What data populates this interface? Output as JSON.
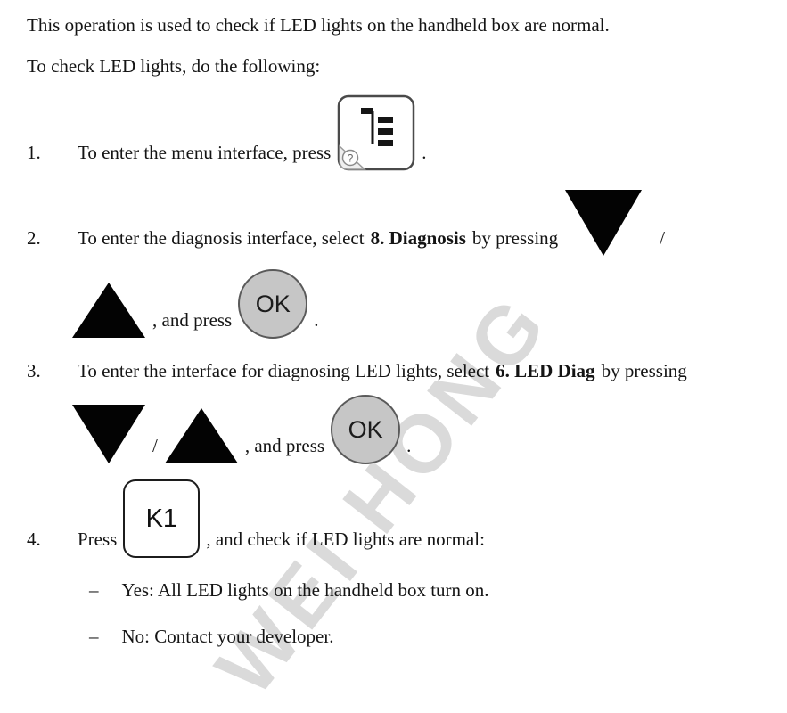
{
  "watermark": {
    "text": "WEI HONG"
  },
  "intro": {
    "line1": "This operation is used to check if LED lights on the handheld box are normal.",
    "line2": "To check LED lights, do the following:"
  },
  "icons": {
    "menu_help": "?",
    "ok_label": "OK",
    "k1_label": "K1"
  },
  "steps": {
    "s1": {
      "number": "1.",
      "before": "To enter the menu interface, press",
      "after": "."
    },
    "s2": {
      "number": "2.",
      "before": "To enter the diagnosis interface, select",
      "bold": "8. Diagnosis",
      "after_bold": "by pressing",
      "slash": "/",
      "and_press": ", and press",
      "period": "."
    },
    "s3": {
      "number": "3.",
      "before": "To enter the interface for diagnosing LED lights, select",
      "bold": "6. LED Diag",
      "after_bold": "by pressing",
      "slash": "/",
      "and_press": ", and press",
      "period": "."
    },
    "s4": {
      "number": "4.",
      "press": "Press",
      "after": ", and check if LED lights are normal:",
      "sub": [
        {
          "dash": "–",
          "text": "Yes: All LED lights on the handheld box turn on."
        },
        {
          "dash": "–",
          "text": "No: Contact your developer."
        }
      ]
    }
  }
}
